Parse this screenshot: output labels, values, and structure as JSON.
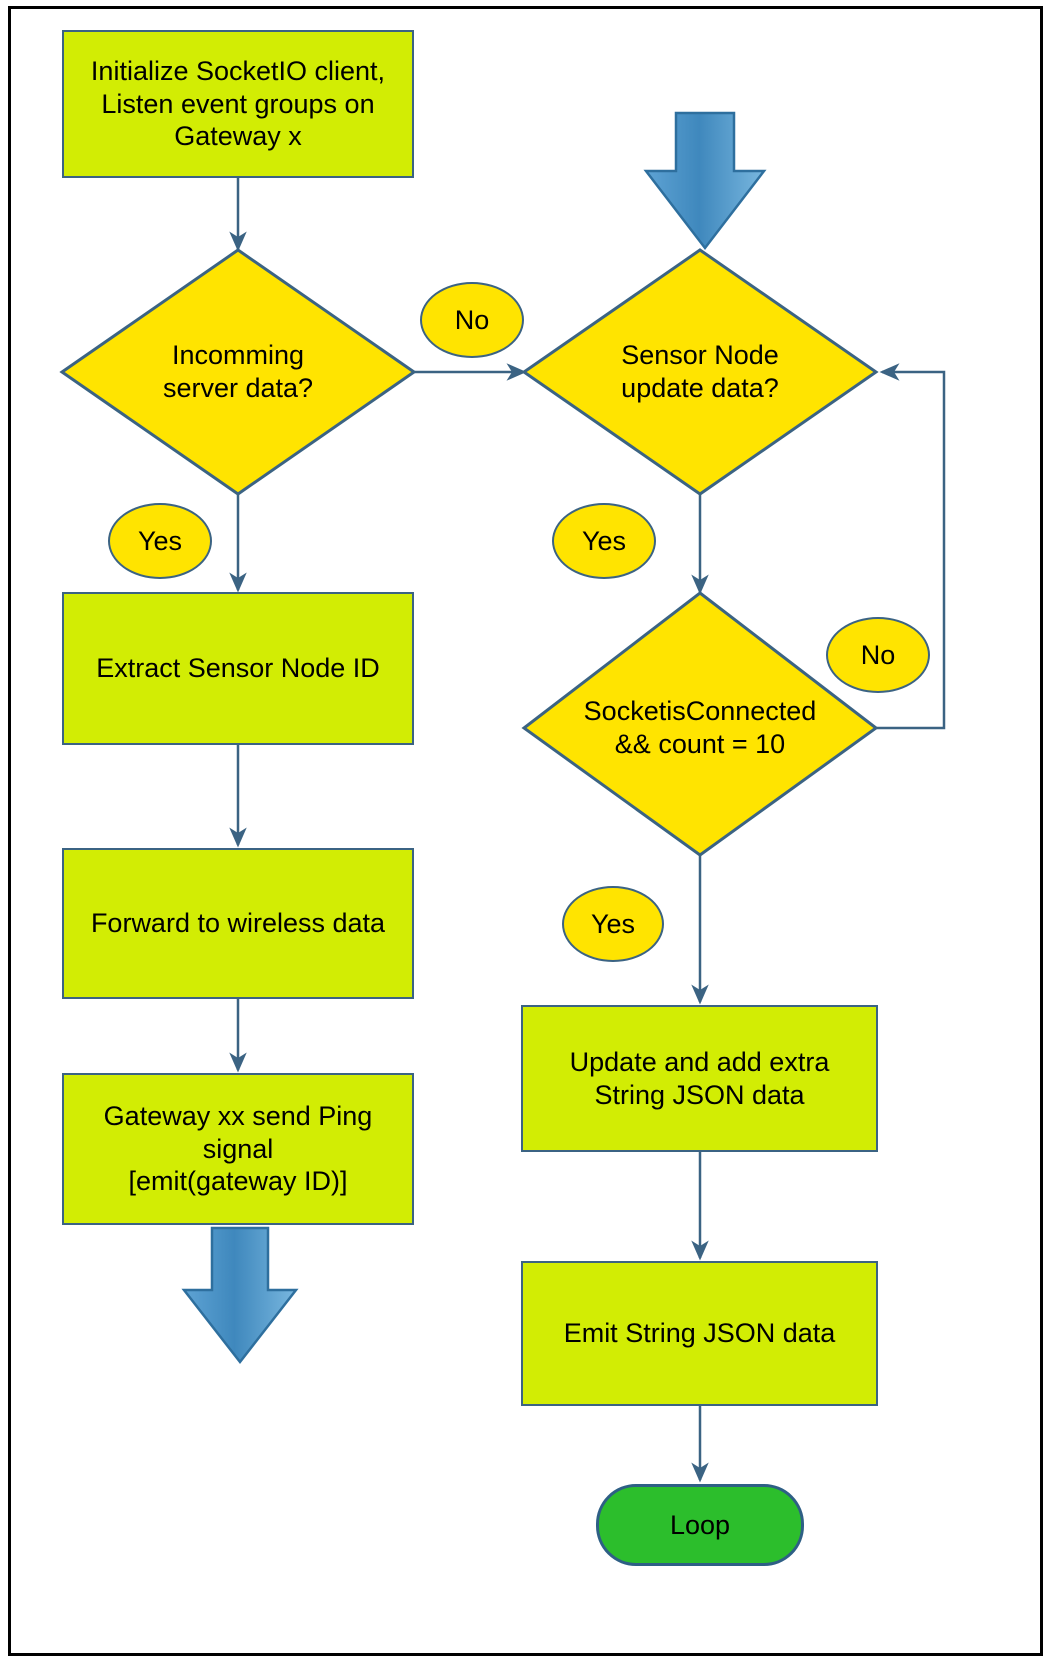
{
  "diagram": {
    "type": "flowchart",
    "title": "SocketIO gateway client flowchart",
    "colors": {
      "process_fill": "#d2ed04",
      "decision_fill": "#ffe400",
      "label_fill": "#ffe400",
      "terminator_fill": "#2cbe2c",
      "stroke": "#3b6383",
      "big_arrow_fill": "#4a90c4",
      "frame": "#000000"
    },
    "nodes": {
      "init": {
        "shape": "process",
        "lines": [
          "Initialize SocketIO client,",
          "Listen event groups on",
          "Gateway x"
        ]
      },
      "incoming_decision": {
        "shape": "decision",
        "lines": [
          "Incomming",
          "server data?"
        ]
      },
      "sensor_decision": {
        "shape": "decision",
        "lines": [
          "Sensor Node",
          "update data?"
        ]
      },
      "socket_decision": {
        "shape": "decision",
        "lines": [
          "SocketisConnected",
          "&& count = 10"
        ]
      },
      "extract": {
        "shape": "process",
        "lines": [
          "Extract Sensor Node ID"
        ]
      },
      "forward": {
        "shape": "process",
        "lines": [
          "Forward to wireless data"
        ]
      },
      "ping": {
        "shape": "process",
        "lines": [
          "Gateway xx send Ping",
          "signal",
          "[emit(gateway ID)]"
        ]
      },
      "update_json": {
        "shape": "process",
        "lines": [
          "Update and add extra",
          "String JSON data"
        ]
      },
      "emit_json": {
        "shape": "process",
        "lines": [
          "Emit String JSON data"
        ]
      },
      "loop": {
        "shape": "terminator",
        "lines": [
          "Loop"
        ]
      }
    },
    "edge_labels": {
      "incoming_no": "No",
      "incoming_yes": "Yes",
      "sensor_yes": "Yes",
      "socket_no": "No",
      "socket_yes": "Yes"
    },
    "connector_arrows": {
      "entry_arrow": "down-arrow-into-sensor-decision",
      "exit_arrow": "down-arrow-out-of-ping"
    }
  }
}
